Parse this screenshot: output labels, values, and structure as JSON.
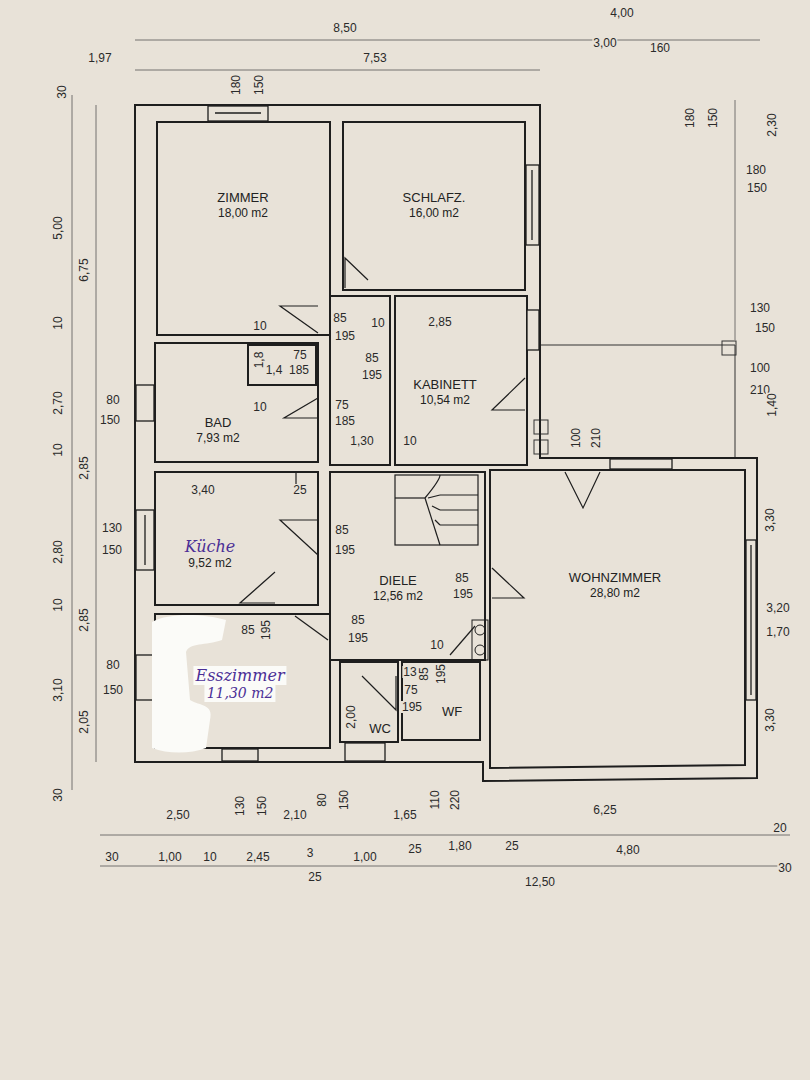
{
  "diagram": {
    "nodes": [
      {
        "text": [
          "ZIMMER",
          "18,00 m2"
        ]
      },
      {
        "text": [
          "SCHLAFZ.",
          "16,00 m2"
        ]
      },
      {
        "text": [
          "KABINETT",
          "10,54 m2"
        ]
      },
      {
        "text": [
          "BAD",
          "7,93 m2"
        ]
      },
      {
        "text": [
          "Küche",
          "9,52 m2"
        ]
      },
      {
        "text": [
          "DIELE",
          "12,56 m2"
        ]
      },
      {
        "text": [
          "WOHNZIMMER",
          "28,80 m2"
        ]
      },
      {
        "text": [
          "Esszimmer",
          "11,30 m2"
        ]
      },
      {
        "text": [
          "WC"
        ]
      },
      {
        "text": [
          "WF"
        ]
      }
    ],
    "labels": [
      "8,50",
      "4,00",
      "1,97",
      "7,53",
      "3,00",
      "160",
      "30",
      "180",
      "150",
      "180",
      "150",
      "2,30",
      "180",
      "150",
      "5,00",
      "6,75",
      "10",
      "130",
      "150",
      "100",
      "210",
      "1,40",
      "2,70",
      "80",
      "150",
      "10",
      "2,85",
      "3,30",
      "2,80",
      "130",
      "150",
      "10",
      "2,85",
      "3,20",
      "1,70",
      "3,10",
      "80",
      "150",
      "2,05",
      "3,30",
      "30",
      "2,50",
      "130",
      "150",
      "2,10",
      "80",
      "150",
      "1,65",
      "110",
      "220",
      "6,25",
      "20",
      "30",
      "1,00",
      "10",
      "2,45",
      "3",
      "1,00",
      "25",
      "1,80",
      "25",
      "4,80",
      "30",
      "25",
      "12,50",
      "10",
      "85",
      "195",
      "10",
      "2,85",
      "1,8",
      "75",
      "1,4",
      "185",
      "85",
      "195",
      "10",
      "75",
      "185",
      "1,30",
      "10",
      "100",
      "210",
      "3,40",
      "25",
      "85",
      "195",
      "85",
      "195",
      "85",
      "195",
      "10",
      "85",
      "195",
      "2,00",
      "13",
      "75",
      "195",
      "85",
      "195"
    ]
  }
}
